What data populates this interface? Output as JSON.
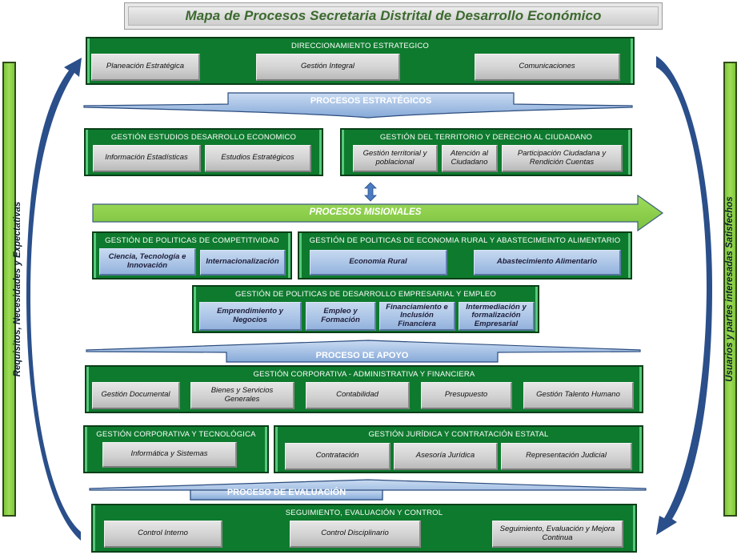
{
  "title": "Mapa de Procesos  Secretaria Distrital de Desarrollo Económico",
  "side_left": {
    "label": "Requisitos,  Necesidades  y  Expectativas"
  },
  "side_right": {
    "label": "Usuarios  y partes  interesadas  Satisfechos"
  },
  "bands": {
    "estrategicos": "PROCESOS ESTRATÉGICOS",
    "misionales": "PROCESOS  MISIONALES",
    "apoyo": "PROCESO DE APOYO",
    "evaluacion": "PROCESO DE EVALUACIÓN"
  },
  "groups": {
    "direccionamiento": {
      "title": "DIRECCIONAMIENTO  ESTRATEGICO",
      "items": [
        "Planeación  Estratégica",
        "Gestión Integral",
        "Comunicaciones"
      ]
    },
    "estudios": {
      "title": "GESTIÓN  ESTUDIOS  DESARROLLO  ECONOMICO",
      "items": [
        "Información Estadísticas",
        "Estudios Estratégicos"
      ]
    },
    "territorio": {
      "title": "GESTIÓN  DEL  TERRITORIO  Y  DERECHO  AL  CIUDADANO",
      "items": [
        "Gestión territorial y poblacional",
        "Atención al Ciudadano",
        "Participación Ciudadana y Rendición Cuentas"
      ]
    },
    "competitividad": {
      "title": "GESTIÓN  DE  POLITICAS  DE COMPETITIVIDAD",
      "items": [
        "Ciencia, Tecnología e Innovación",
        "Internacionalización"
      ]
    },
    "rural": {
      "title": "GESTIÓN  DE  POLITICAS DE ECONOMIA  RURAL  Y ABASTECIMEINTO  ALIMENTARIO",
      "items": [
        "Economía Rural",
        "Abastecimiento Alimentario"
      ]
    },
    "empresarial": {
      "title": "GESTIÓN  DE POLITICAS  DE DESARROLLO  EMPRESARIAL  Y EMPLEO",
      "items": [
        "Emprendimiento y Negocios",
        "Empleo y Formación",
        "Financiamiento e Inclusión Financiera",
        "Intermediación y formalización Empresarial"
      ]
    },
    "corporativa_admin": {
      "title": "GESTIÓN  CORPORATIVA  -  ADMINISTRATIVA  Y FINANCIERA",
      "items": [
        "Gestión Documental",
        "Bienes y Servicios Generales",
        "Contabilidad",
        "Presupuesto",
        "Gestión Talento Humano"
      ]
    },
    "corporativa_tec": {
      "title": "GESTIÓN  CORPORATIVA  Y TECNOLÓGICA",
      "items": [
        "Informática y Sistemas"
      ]
    },
    "juridica": {
      "title": "GESTIÓN  JURÍDICA  Y  CONTRATACIÓN  ESTATAL",
      "items": [
        "Contratación",
        "Asesoría Jurídica",
        "Representación Judicial"
      ]
    },
    "seguimiento": {
      "title": "SEGUIMIENTO,  EVALUACIÓN  Y CONTROL",
      "items": [
        "Control Interno",
        "Control Disciplinario",
        "Seguimiento, Evaluación y Mejora Continua"
      ]
    }
  },
  "colors": {
    "group_green": "#0e7a2e",
    "band_blue": "#a9c4e8",
    "mission_green": "#8fd14f",
    "arrow_navy": "#2a4f8a",
    "title_green": "#3c6a2e"
  }
}
